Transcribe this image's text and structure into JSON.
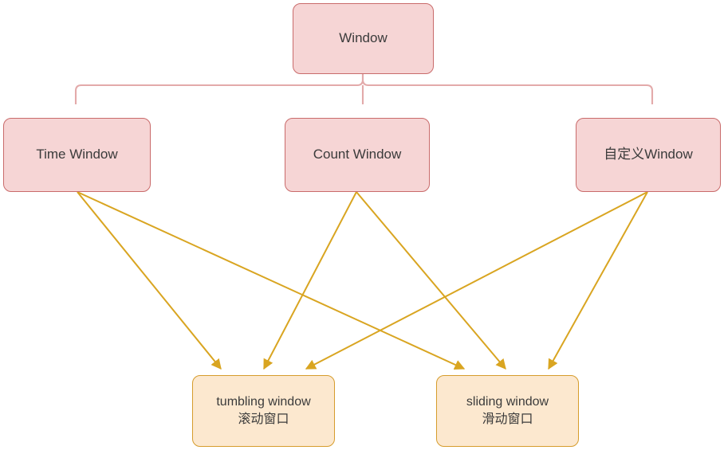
{
  "diagram": {
    "title": "Window",
    "type": "hierarchy-tree",
    "colors": {
      "pink_fill": "#f6d5d5",
      "pink_stroke": "#c96b6b",
      "orange_fill": "#fce8cf",
      "orange_stroke": "#d69c2c",
      "arrow_color": "#d9a521",
      "bracket_color": "#e3aaaa",
      "text_color": "#3b3b3b",
      "background": "#ffffff"
    },
    "nodes": {
      "root": {
        "label": "Window"
      },
      "time_window": {
        "label": "Time Window"
      },
      "count_window": {
        "label": "Count Window"
      },
      "custom_window": {
        "label": "自定义Window"
      },
      "tumbling_window": {
        "line1": "tumbling window",
        "line2": "滚动窗口"
      },
      "sliding_window": {
        "line1": "sliding window",
        "line2": "滑动窗口"
      }
    },
    "edges": [
      {
        "from": "Window",
        "to": "Time Window",
        "style": "bracket"
      },
      {
        "from": "Window",
        "to": "Count Window",
        "style": "bracket"
      },
      {
        "from": "Window",
        "to": "自定义Window",
        "style": "bracket"
      },
      {
        "from": "Time Window",
        "to": "tumbling window",
        "style": "arrow"
      },
      {
        "from": "Time Window",
        "to": "sliding window",
        "style": "arrow"
      },
      {
        "from": "Count Window",
        "to": "tumbling window",
        "style": "arrow"
      },
      {
        "from": "Count Window",
        "to": "sliding window",
        "style": "arrow"
      },
      {
        "from": "自定义Window",
        "to": "tumbling window",
        "style": "arrow"
      },
      {
        "from": "自定义Window",
        "to": "sliding window",
        "style": "arrow"
      }
    ]
  }
}
